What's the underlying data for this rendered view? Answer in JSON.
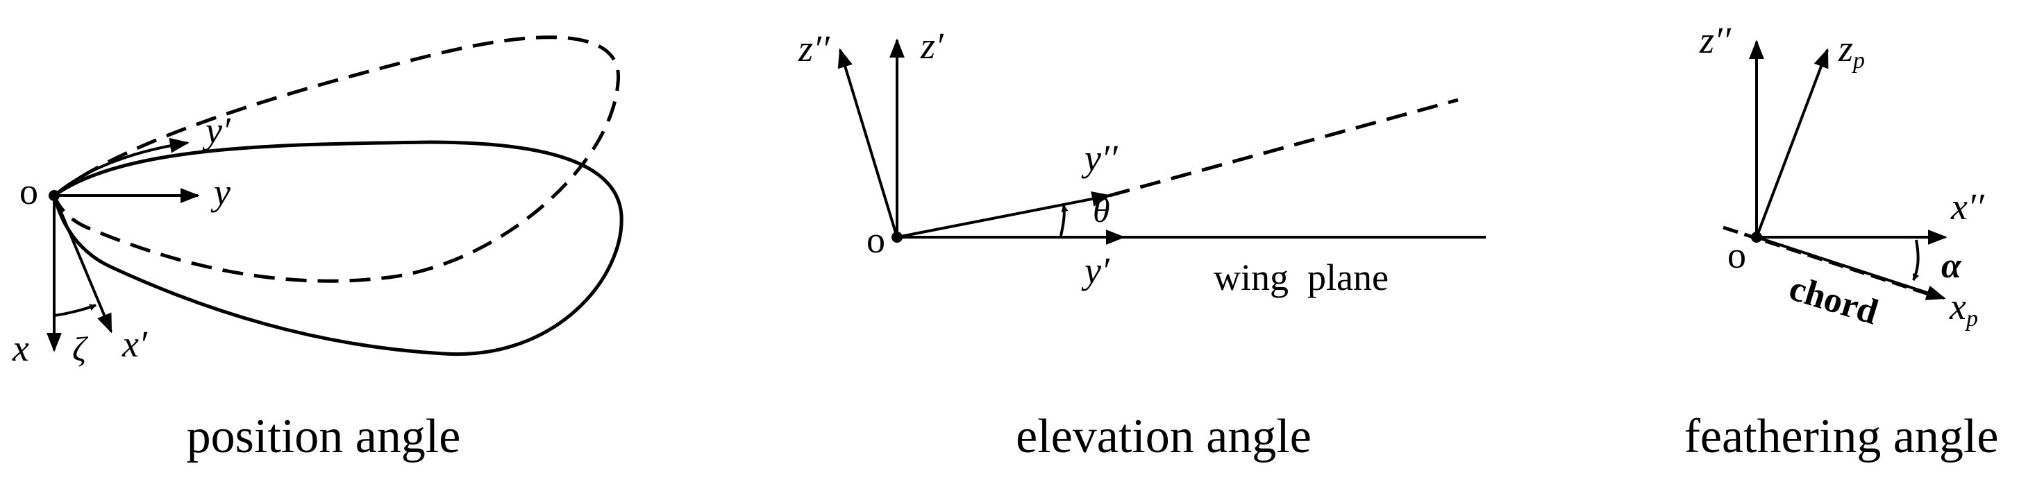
{
  "panels": [
    {
      "caption": "position angle",
      "origin": "o",
      "labels": {
        "y": "y",
        "y_prime": "y′",
        "x": "x",
        "x_prime": "x′",
        "zeta": "ζ"
      }
    },
    {
      "caption": "elevation angle",
      "origin": "o",
      "labels": {
        "z_dprime": "z′′",
        "z_prime": "z′",
        "y_dprime": "y′′",
        "y_prime": "y′",
        "theta": "θ",
        "wing_plane": "wing  plane"
      }
    },
    {
      "caption": "feathering angle",
      "origin": "o",
      "labels": {
        "z_dprime": "z′′",
        "z": "z",
        "z_sub": "p",
        "x_dprime": "x′′",
        "x": "x",
        "x_sub": "p",
        "alpha": "α",
        "chord": "chord"
      }
    }
  ]
}
